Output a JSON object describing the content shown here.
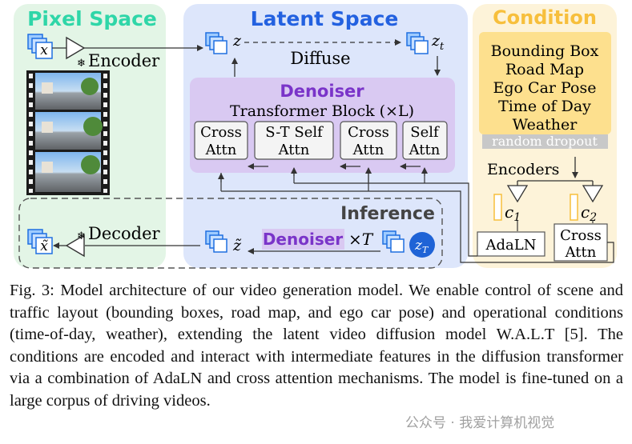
{
  "figure": {
    "pixel_space": {
      "title": "Pixel Space",
      "x_label": "x",
      "encoder_label": "Encoder",
      "decoder_label": "Decoder",
      "x_tilde_label": "x̃",
      "frozen_symbol": "❄"
    },
    "latent_space": {
      "title": "Latent Space",
      "z_label": "z",
      "zt_label": "z",
      "zt_sub": "t",
      "diffuse_label": "Diffuse",
      "z_tilde_label": "z̃"
    },
    "denoiser": {
      "title": "Denoiser",
      "subtitle": "Transformer Block (×L)",
      "blocks": [
        {
          "line1": "Cross",
          "line2": "Attn"
        },
        {
          "line1": "S-T Self",
          "line2": "Attn"
        },
        {
          "line1": "Cross",
          "line2": "Attn"
        },
        {
          "line1": "Self",
          "line2": "Attn"
        }
      ]
    },
    "condition": {
      "title": "Condition",
      "items": [
        "Bounding Box",
        "Road Map",
        "Ego Car Pose",
        "Time of Day",
        "Weather"
      ],
      "dropout_label": "random dropout",
      "encoders_label": "Encoders",
      "c1": "c",
      "c1_sub": "1",
      "c2": "c",
      "c2_sub": "2",
      "adaln_label": "AdaLN",
      "cross_attn_line1": "Cross",
      "cross_attn_line2": "Attn"
    },
    "inference": {
      "title": "Inference",
      "denoiser_label": "Denoiser",
      "times_label": "×T",
      "zT_label": "z",
      "zT_sub": "T"
    },
    "colors": {
      "pixel_bg": "#e3f5e6",
      "latent_bg": "#dde6fb",
      "condition_bg": "#fdf3d9",
      "condition_box": "#fde08e",
      "denoiser_bg": "#d9c9f2",
      "denoiser_title": "#7a34c9",
      "pixel_title": "#2fd6a8",
      "latent_title": "#2361e0",
      "condition_title": "#f7bf3c",
      "zT_circle": "#1f63d6",
      "icon_stroke": "#1e6fe0",
      "icon_fill": "#9ecbff"
    }
  },
  "caption": {
    "text": "Fig. 3: Model architecture of our video generation model. We enable control of scene and traffic layout (bounding boxes, road map, and ego car pose) and operational conditions (time-of-day, weather), extending the latent video diffusion model W.A.L.T [5]. The conditions are encoded and interact with intermediate features in the diffusion transformer via a combination of AdaLN and cross attention mechanisms. The model is fine-tuned on a large corpus of driving videos."
  },
  "watermark": {
    "text": "公众号 · 我爱计算机视觉"
  }
}
